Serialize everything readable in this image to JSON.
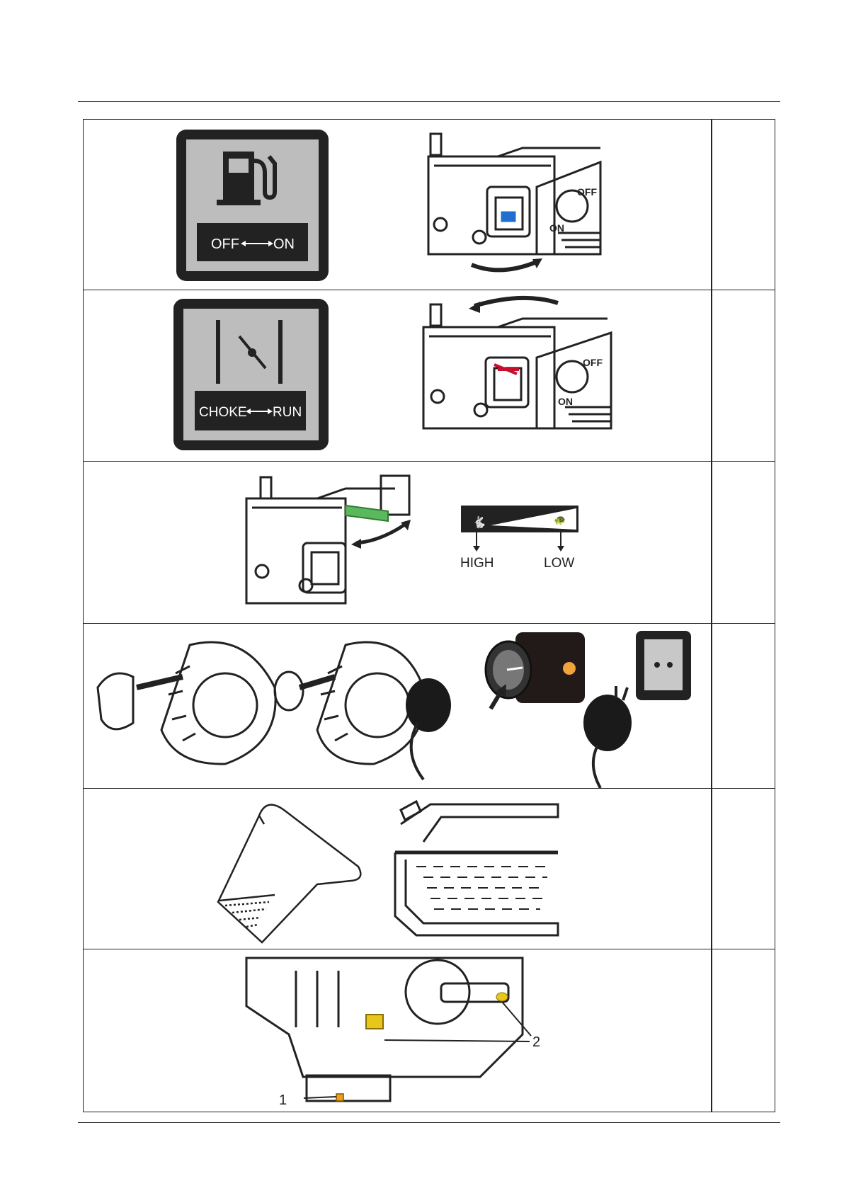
{
  "fuel_valve": {
    "left_label": "OFF",
    "right_label": "ON",
    "lever_off": "OFF",
    "lever_on": "ON"
  },
  "choke": {
    "left_label": "CHOKE",
    "right_label": "RUN",
    "lever_off": "OFF",
    "lever_on": "ON"
  },
  "throttle": {
    "high_label": "HIGH",
    "low_label": "LOW"
  },
  "drain": {
    "callout_1": "1",
    "callout_2": "2"
  },
  "colors": {
    "fuel_lever": "#1f6fd1",
    "choke_lever": "#c8102e",
    "throttle_lever": "#5cb85c",
    "plug": "#e8c61a",
    "indicator": "#f2a33a"
  }
}
